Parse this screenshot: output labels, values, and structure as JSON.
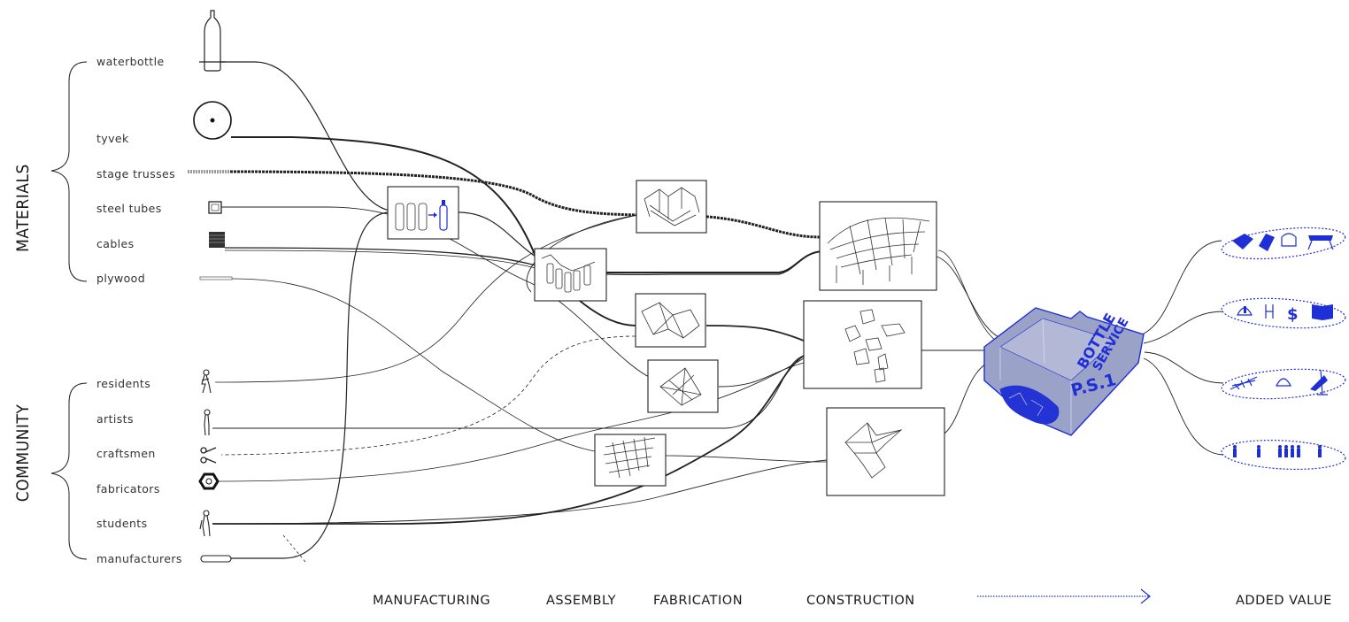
{
  "groups": {
    "materials": "MATERIALS",
    "community": "COMMUNITY"
  },
  "materials": [
    "waterbottle",
    "tyvek",
    "stage trusses",
    "steel tubes",
    "cables",
    "plywood"
  ],
  "community": [
    "residents",
    "artists",
    "craftsmen",
    "fabricators",
    "students",
    "manufacturers"
  ],
  "stages": {
    "manufacturing": "MANUFACTURING",
    "assembly": "ASSEMBLY",
    "fabrication": "FABRICATION",
    "construction": "CONSTRUCTION",
    "added_value": "ADDED VALUE"
  },
  "building": {
    "line1": "BOTTLE",
    "line2": "SERVICE",
    "line3": "P.S.1"
  },
  "colors": {
    "accent": "#1f2fd6",
    "line": "#222222"
  }
}
